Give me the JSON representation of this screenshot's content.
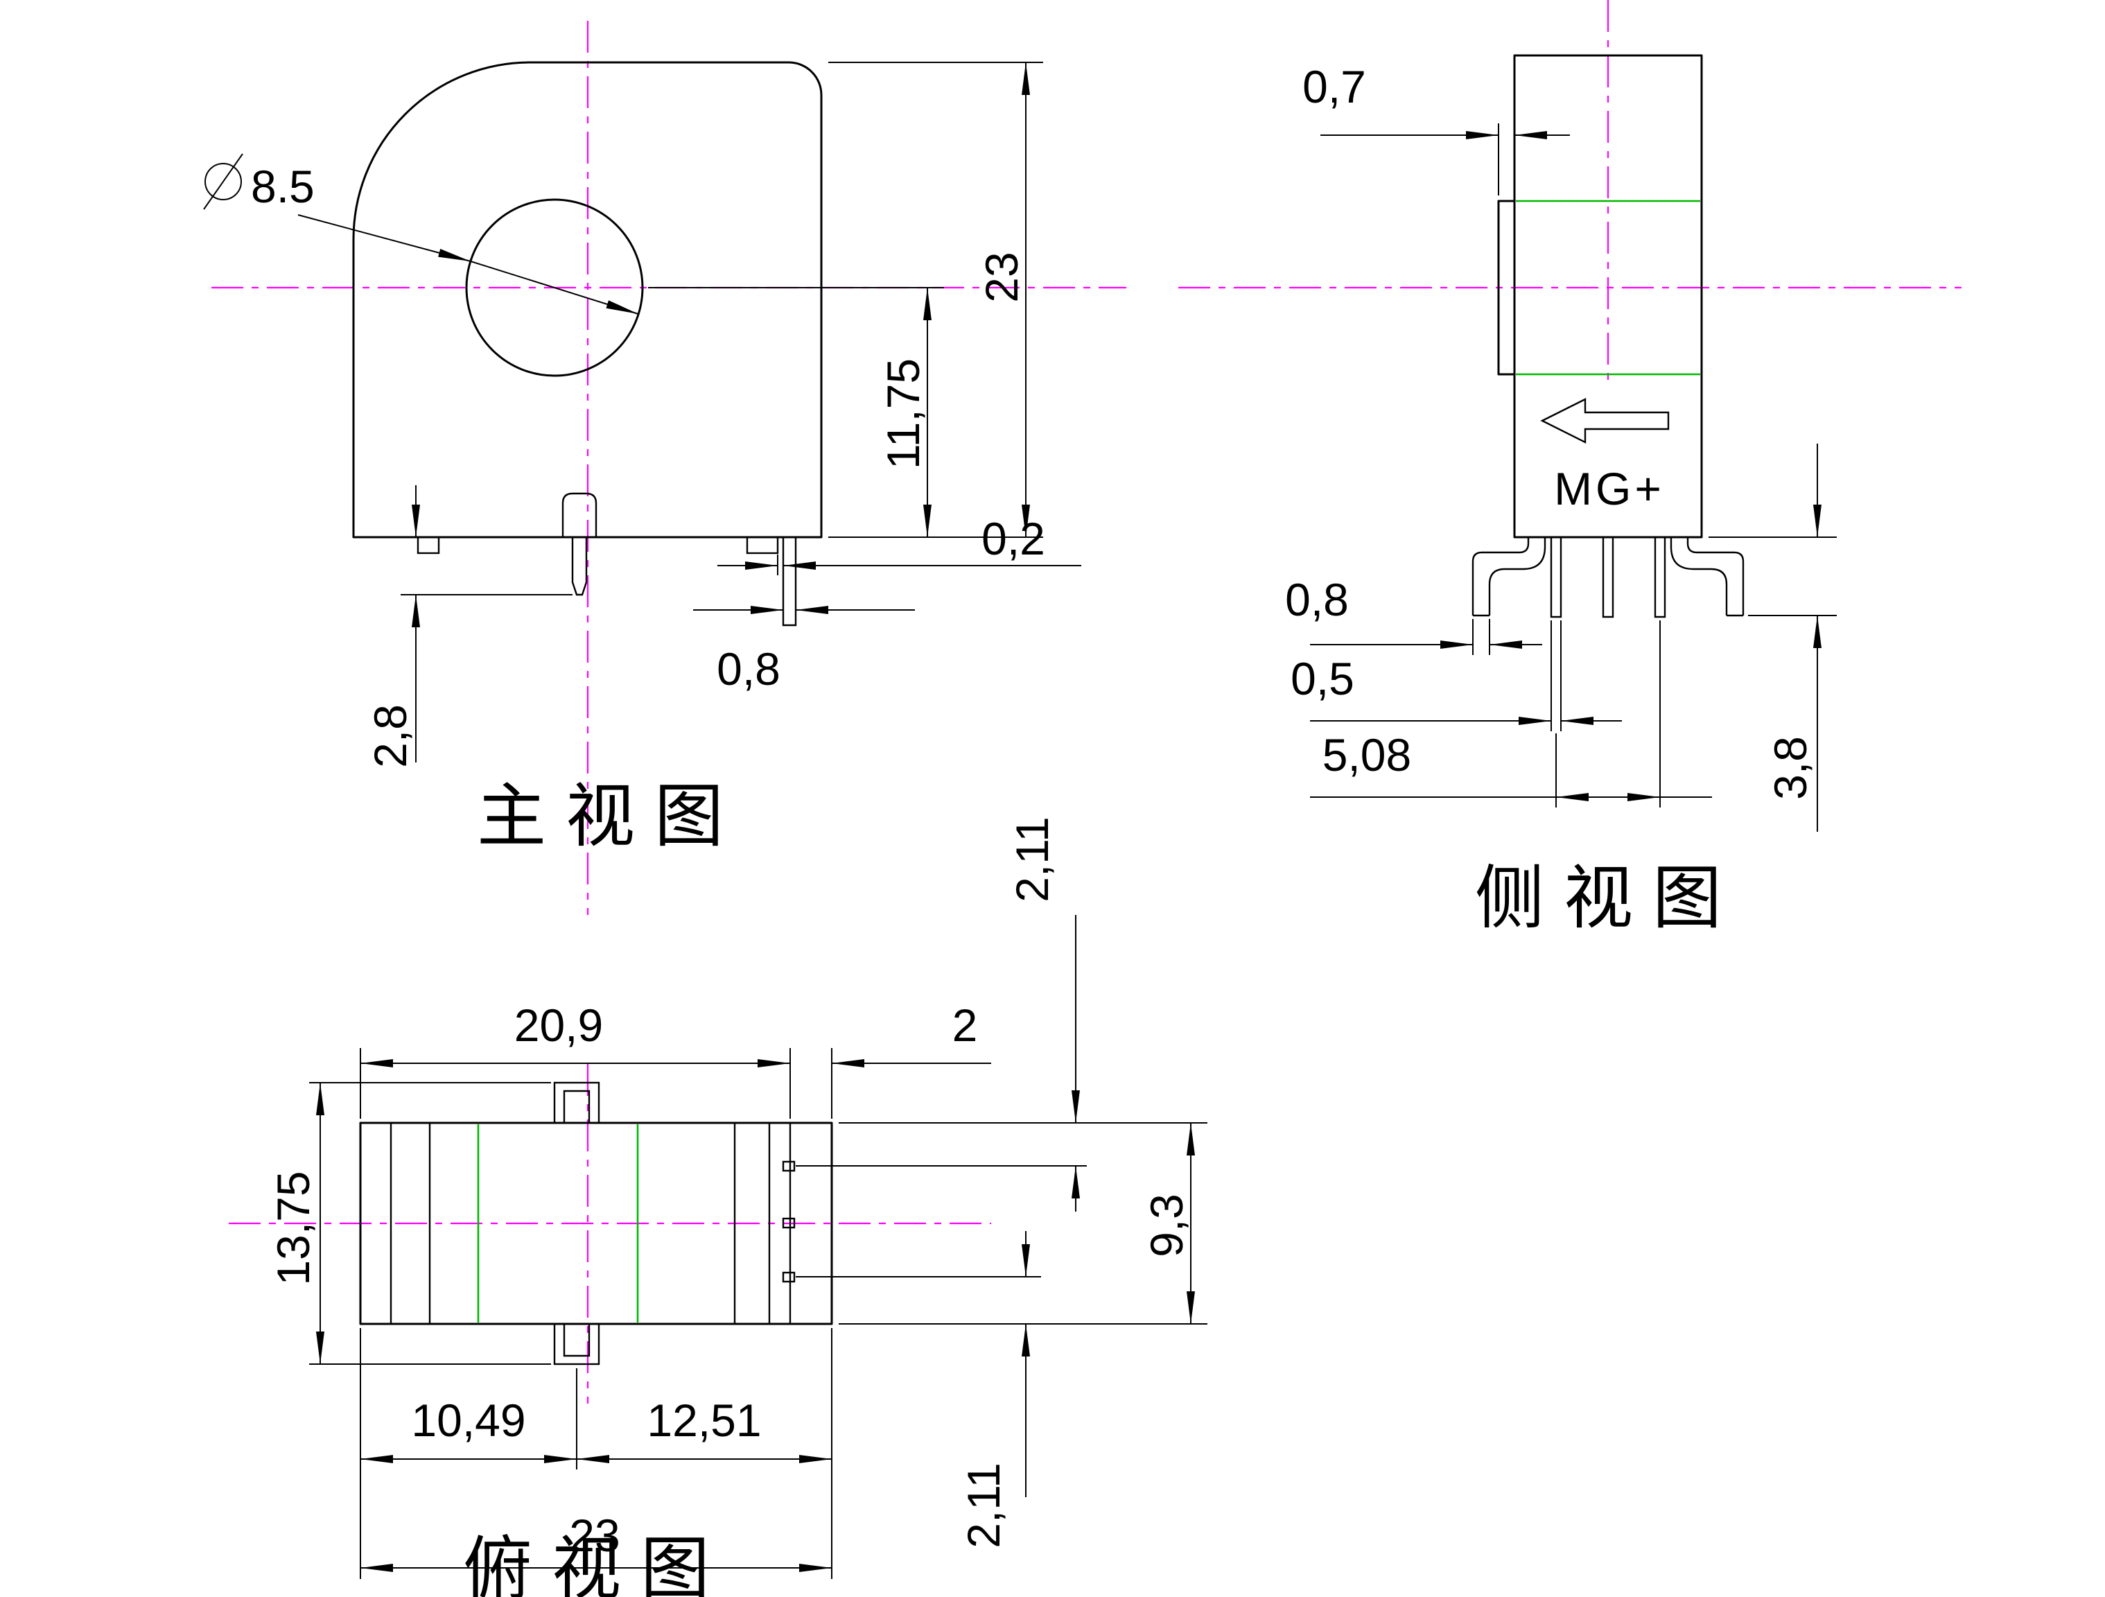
{
  "front": {
    "title": "主视图",
    "dims": {
      "dia": "8.5",
      "height": "23",
      "hole_center": "11,75",
      "gap": "0,2",
      "pin_w": "0,8",
      "pin_len": "2,8"
    }
  },
  "side": {
    "title": "侧视图",
    "marking": "MG+",
    "dims": {
      "boss": "0,7",
      "leg_w": "0,8",
      "pin_t": "0,5",
      "pitch": "5,08",
      "leg_len": "3,8"
    }
  },
  "top": {
    "title": "俯视图",
    "dims": {
      "body_len": "20,9",
      "edge": "2",
      "gap_top": "2,11",
      "width": "13,75",
      "depth": "9,3",
      "left": "10,49",
      "right": "12,51",
      "total": "23",
      "gap_bottom": "2,11"
    }
  },
  "colors": {
    "outline": "#000000",
    "centerline": "#ff00ff",
    "auxiliary": "#00b800"
  }
}
